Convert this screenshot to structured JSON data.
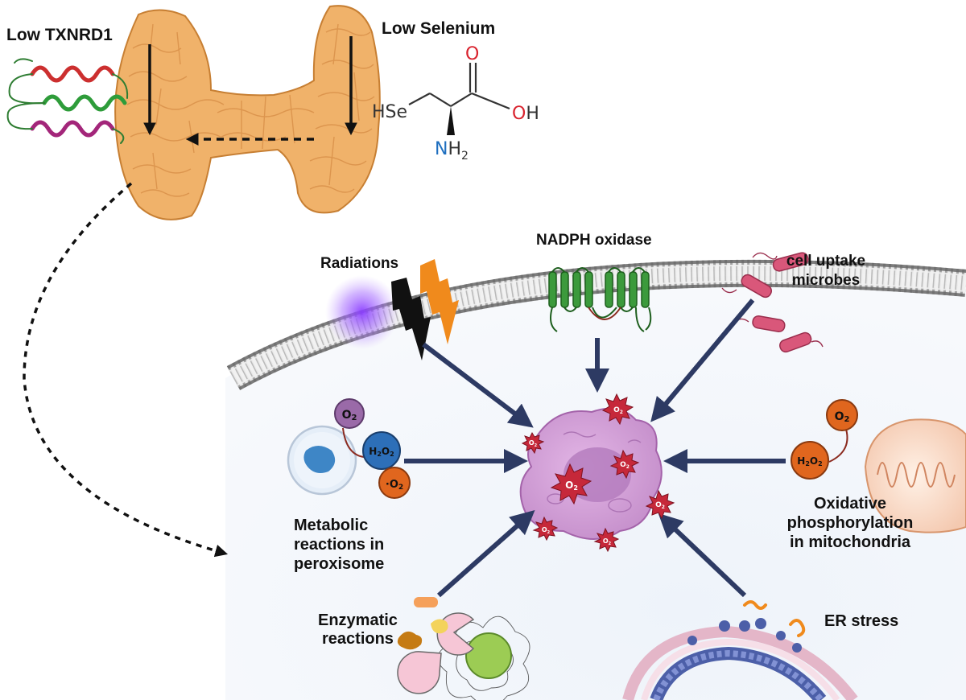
{
  "labels": {
    "low_txnrd1": "Low TXNRD1",
    "low_selenium": "Low Selenium",
    "nadph_oxidase": "NADPH oxidase",
    "radiations": "Radiations",
    "cell_uptake_line1": "cell uptake",
    "cell_uptake_line2": "microbes",
    "metabolic_line1": "Metabolic",
    "metabolic_line2": "reactions in",
    "metabolic_line3": "peroxisome",
    "oxidative_line1": "Oxidative",
    "oxidative_line2": "phosphorylation",
    "oxidative_line3": "in mitochondria",
    "enzymatic_line1": "Enzymatic",
    "enzymatic_line2": "reactions",
    "er_stress": "ER stress"
  },
  "molecule": {
    "hse": "HSe",
    "o": "O",
    "oh": "OH",
    "n": "N",
    "h2": "H",
    "h2_sub": "2"
  },
  "chem": {
    "o2": "O",
    "sub2": "2",
    "h2o2_h": "H",
    "h2o2_o": "O",
    "superoxide_dot": "·",
    "superoxide_o": "O"
  },
  "colors": {
    "arrow": "#2d3a63",
    "thyroid": "#f0b26a",
    "membrane": "#8a8a8a",
    "cell": "#d8a3dd",
    "ros_burst": "#c6283a",
    "peroxide_blue": "#2d6fb8",
    "o2_purple": "#9a6aa8",
    "orange_node": "#e0661e",
    "oxygen_red": "#d9232e",
    "nitrogen_blue": "#1f6fbf"
  }
}
